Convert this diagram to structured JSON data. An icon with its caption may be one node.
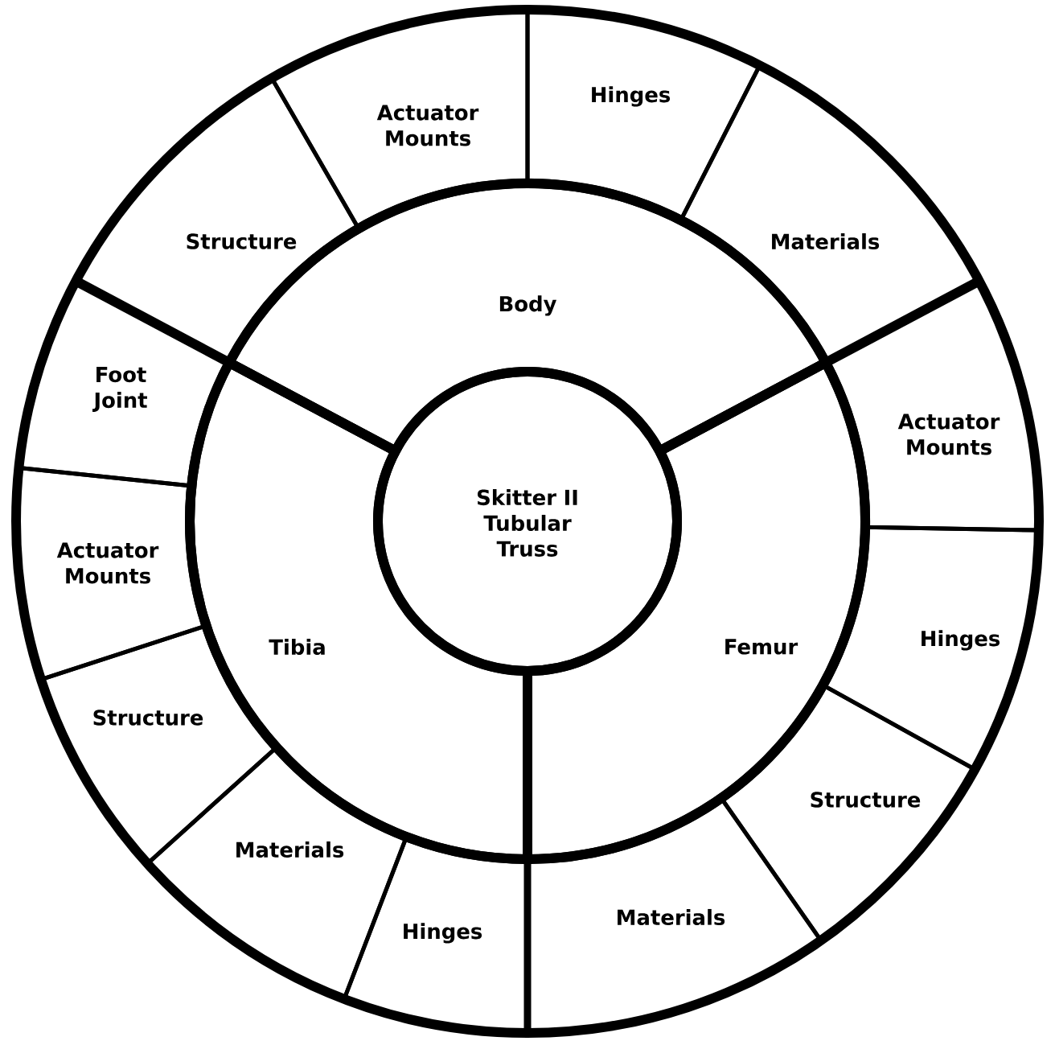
{
  "diagram": {
    "nodes": [
      {
        "text": [
          "Skitter II Tubular Truss"
        ]
      },
      {
        "text": [
          "Body"
        ]
      },
      {
        "text": [
          "Tibia"
        ]
      },
      {
        "text": [
          "Femur"
        ]
      },
      {
        "text": [
          "Structure"
        ]
      },
      {
        "text": [
          "Actuator Mounts"
        ]
      },
      {
        "text": [
          "Hinges"
        ]
      },
      {
        "text": [
          "Materials"
        ]
      },
      {
        "text": [
          "Actuator Mounts"
        ]
      },
      {
        "text": [
          "Hinges"
        ]
      },
      {
        "text": [
          "Structure"
        ]
      },
      {
        "text": [
          "Materials"
        ]
      },
      {
        "text": [
          "Foot Joint"
        ]
      },
      {
        "text": [
          "Actuator Mounts"
        ]
      },
      {
        "text": [
          "Structure"
        ]
      },
      {
        "text": [
          "Materials"
        ]
      },
      {
        "text": [
          "Hinges"
        ]
      }
    ]
  }
}
